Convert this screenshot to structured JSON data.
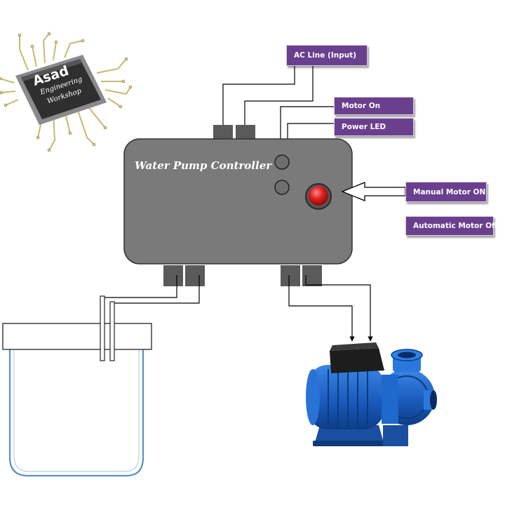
{
  "logo": {
    "line1": "Asad",
    "line2": "Engineering",
    "line3": "Workshop"
  },
  "controller": {
    "title": "Water Pump Controller"
  },
  "labels": {
    "ac_line": "AC Line (Input)",
    "motor_on": "Motor On",
    "power_led": "Power LED",
    "manual_motor_on": "Manual Motor ON",
    "automatic_motor_off": "Automatic Motor Off"
  },
  "colors": {
    "label_bg": "#6a3f8e",
    "controller_body": "#7a7a7a",
    "connector": "#595959",
    "tank_outline": "#5b8fc9",
    "button_red": "#d81e1e",
    "pump_blue": "#1e64c8",
    "wire": "#000000"
  }
}
